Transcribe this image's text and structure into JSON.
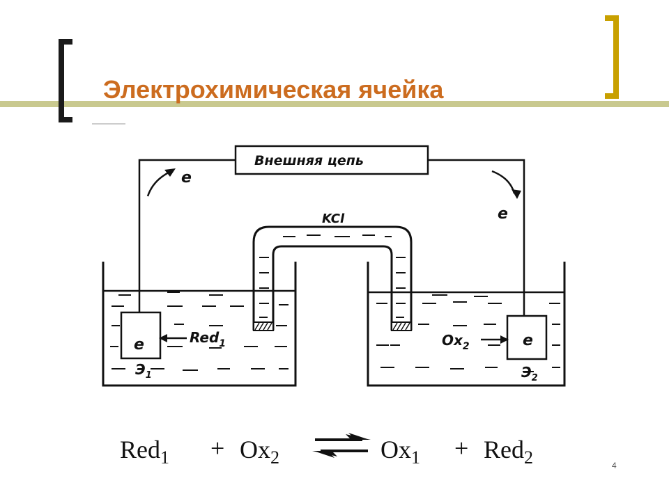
{
  "slide": {
    "title": "Электрохимическая ячейка",
    "page_number": "4"
  },
  "diagram": {
    "external_circuit_label": "Внешняя цепь",
    "salt_bridge_label": "KCl",
    "electron_left": "e",
    "electron_right": "e",
    "electrode_left_letter": "e",
    "electrode_right_letter": "e",
    "electrode_left_name": {
      "base": "Э",
      "sub": "1"
    },
    "electrode_right_name": {
      "base": "Э",
      "sub": "2"
    },
    "reductant": {
      "base": "Red",
      "sub": "1"
    },
    "oxidant": {
      "base": "Ox",
      "sub": "2"
    }
  },
  "equation": {
    "lhs_1": {
      "base": "Red",
      "sub": "1"
    },
    "plus_1": "+",
    "lhs_2": {
      "base": "Ox",
      "sub": "2"
    },
    "rhs_1": {
      "base": "Ox",
      "sub": "1"
    },
    "plus_2": "+",
    "rhs_2": {
      "base": "Red",
      "sub": "2"
    }
  },
  "colors": {
    "title": "#cc6c1f",
    "accent_bar": "#c9c98f",
    "bracket_gold": "#c8a000",
    "bracket_dark": "#1a1a1a"
  }
}
